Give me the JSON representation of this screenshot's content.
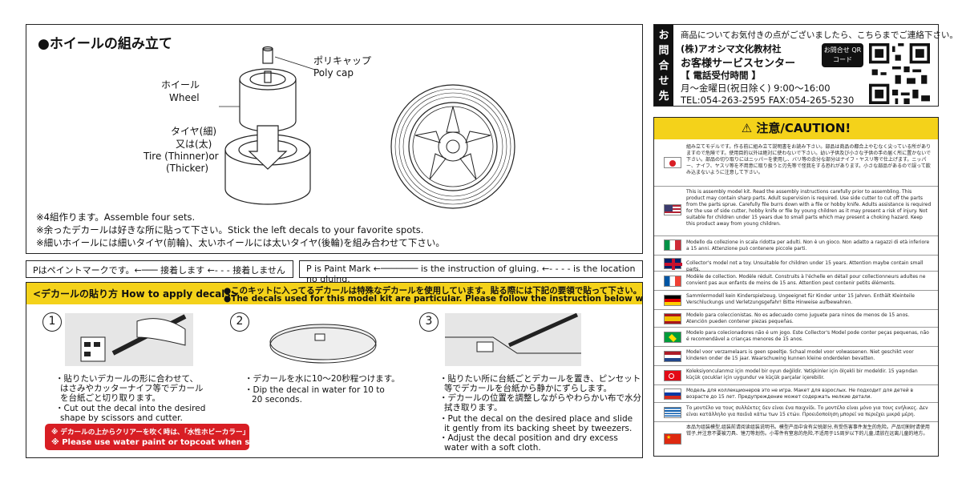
{
  "assembly": {
    "title": "●ホイールの組み立て",
    "poly_cap_jp": "ポリキャップ",
    "poly_cap_en": "Poly cap",
    "wheel_jp": "ホイール",
    "wheel_en": "Wheel",
    "tire_jp_1": "タイヤ(細)",
    "tire_jp_2": "又は(太)",
    "tire_en_1": "Tire (Thinner)or",
    "tire_en_2": "(Thicker)",
    "notes": [
      "※4組作ります。Assemble four sets.",
      "※余ったデカールは好きな所に貼って下さい。Stick the left decals to your favorite spots.",
      "※細いホイールには細いタイヤ(前輪)、太いホイールには太いタイヤ(後輪)を組み合わせて下さい。"
    ]
  },
  "paint_mark": {
    "jp": "Pはペイントマークです。←─── 接着します ←- - - 接着しません",
    "en": "P is Paint Mark ←─────── is the instruction of gluing. ←- - - - is the location no gluing."
  },
  "decals": {
    "title": "<デカールの貼り方 How to apply decals>",
    "note_jp": "●このキットに入ってるデカールは特殊なデカールを使用しています。貼る際には下記の要領で貼って下さい。",
    "note_en": "●The decals used for this model kit are particular. Please follow the instruction below when applying decals.",
    "step1_num": "1",
    "step1_lines": [
      "・貼りたいデカールの形に合わせて、",
      "はさみやカッターナイフ等でデカール",
      "を台紙ごと切り取ります。",
      "・Cut out the decal into the desired",
      "shape by scissors and cutter."
    ],
    "step2_num": "2",
    "step2_lines": [
      "・デカールを水に10〜20秒程つけます。",
      "・Dip the decal in water for 10 to",
      "20 seconds."
    ],
    "step3_num": "3",
    "step3_lines": [
      "・貼りたい所に台紙ごとデカールを置き、ピンセット",
      "等でデカールを台紙から静かにずらします。",
      "・デカールの位置を調整しながらやわらかい布で水分を",
      "拭き取ります。",
      "・Put the decal on the desired place and slide",
      "it gently from its backing sheet by tweezers.",
      "・Adjust the decal position and dry excess",
      "water with a soft cloth."
    ],
    "warn_jp": "※ デカールの上からクリアーを吹く時は、「水性ホビーカラー」または「トップコート(水性スプレー)」をご使用下さい。",
    "warn_en": "※ Please use water paint or topcoat when spraying over decals."
  },
  "contact": {
    "side": "お問合せ先",
    "line1": "商品についてお気付きの点がございましたら、こちらまでご連絡下さい。",
    "company": "(株)アオシマ文化教材社",
    "center": "お客様サービスセンター",
    "hours_label": "【 電話受付時間 】",
    "hours": "月〜金曜日(祝日除く) 9:00〜16:00",
    "tel": "TEL:054-263-2595  FAX:054-265-5230",
    "qr_label": "お問合せ QRコード"
  },
  "caution": {
    "title": "⚠ 注意/CAUTION!",
    "rows": [
      {
        "flag": "jp",
        "text": "組み立てモデルです。作る前に組み立て説明書をお読み下さい。部品は商品の都合上やむなく尖っている所がありますので危険です。使用目的以外は絶対に使わないで下さい。幼い子供及び小さな子供の手の届く所に置かないで下さい。部品の切り取りにはニッパーを使用し、バリ等の余分な部分はナイフ・ヤスリ等で仕上げます。ニッパー、ナイフ、ヤスリ等を不用意に取り扱うと刃先等で怪我をする恐れがあります。小さな部品があるので誤って飲み込まないように注意して下さい。"
      },
      {
        "flag": "us",
        "text": "This is assembly model kit. Read the assembly instructions carefully prior to assembling. This product may contain sharp parts. Adult supervision is required. Use side cutter to cut off the parts from the parts sprue. Carefully file burrs down with a file or hobby knife. Adults assistance is required for the use of side cutter, hobby knife or file by young children as it may present a risk of injury. Not suitable for children under 15 years due to small parts which may present a choking hazard. Keep this product away from young children."
      },
      {
        "flag": "it",
        "text": "Modello da collezione in scala ridotta per adulti. Non è un gioco. Non adatto a ragazzi di età inferiore a 15 anni. Attenzione può contenere piccole parti."
      },
      {
        "flag": "uk",
        "text": "Collector's model not a toy. Unsuitable for children under 15 years. Attention maybe contain small parts."
      },
      {
        "flag": "fr",
        "text": "Modèle de collection. Modèle réduit. Construits à l'échelle en détail pour collectionneurs adultes ne convient pas aux enfants de moins de 15 ans. Attention peut contenir petits éléments."
      },
      {
        "flag": "de",
        "text": "Sammlermodell kein Kinderspielzeug. Ungeeignet für Kinder unter 15 Jahren. Enthält Kleinteile Verschluckungs und Verletzungsgefahr! Bitte Hinweise aufbewahren."
      },
      {
        "flag": "es",
        "text": "Modelo para coleccionistas. No es adecuado como juguete para ninos de menos de 15 anos. Atención pueden contener piezas pequeñas."
      },
      {
        "flag": "br",
        "text": "Modelo para colecionadores não é um jogo. Este Collector's Model pode conter peças pequenas, não é recomendável a crianças menores de 15 anos."
      },
      {
        "flag": "nl",
        "text": "Model voor verzamelaars is geen speeltje. Schaal model voor volwassenen. Niet geschikt voor kinderen onder de 15 jaar. Waarschuwing kunnen kleine onderdelen bevatten."
      },
      {
        "flag": "tr",
        "text": "Koleksiyoncularımız için model bir oyun değildir. Yetişkinler için ölçekli bir modeldir. 15 yaşından küçük çocuklar için uygundur ve küçük parçalar içerebilir."
      },
      {
        "flag": "ru",
        "text": "Модель для коллекционеров это не игра. Макет для взрослых. Не подходит для детей в возрасте до 15 лет. Предупреждение может содержать мелкие детали."
      },
      {
        "flag": "gr",
        "text": "Το μοντέλο να τους συλλέκτες δεν είναι ένα παιχνίδι. Το μοντέλο είναι μόνο για τους ενήλικες. Δεν είναι κατάλληλο για παιδιά κάτω των 15 ετών. Προειδοποίηση μπορεί να περιέχει μικρά μέρη."
      },
      {
        "flag": "cn",
        "text": "本品为组装模型,组装前请阅读组装说明书。模型产品中含有尖锐部分,有受伤害事件发生的危险。产品切割时请使用钳子,并注意不要被刀具、锉刀等划伤。小零件有窒息的危险,不适用于15周岁以下的儿童,请放在远离儿童的地方。"
      }
    ]
  }
}
